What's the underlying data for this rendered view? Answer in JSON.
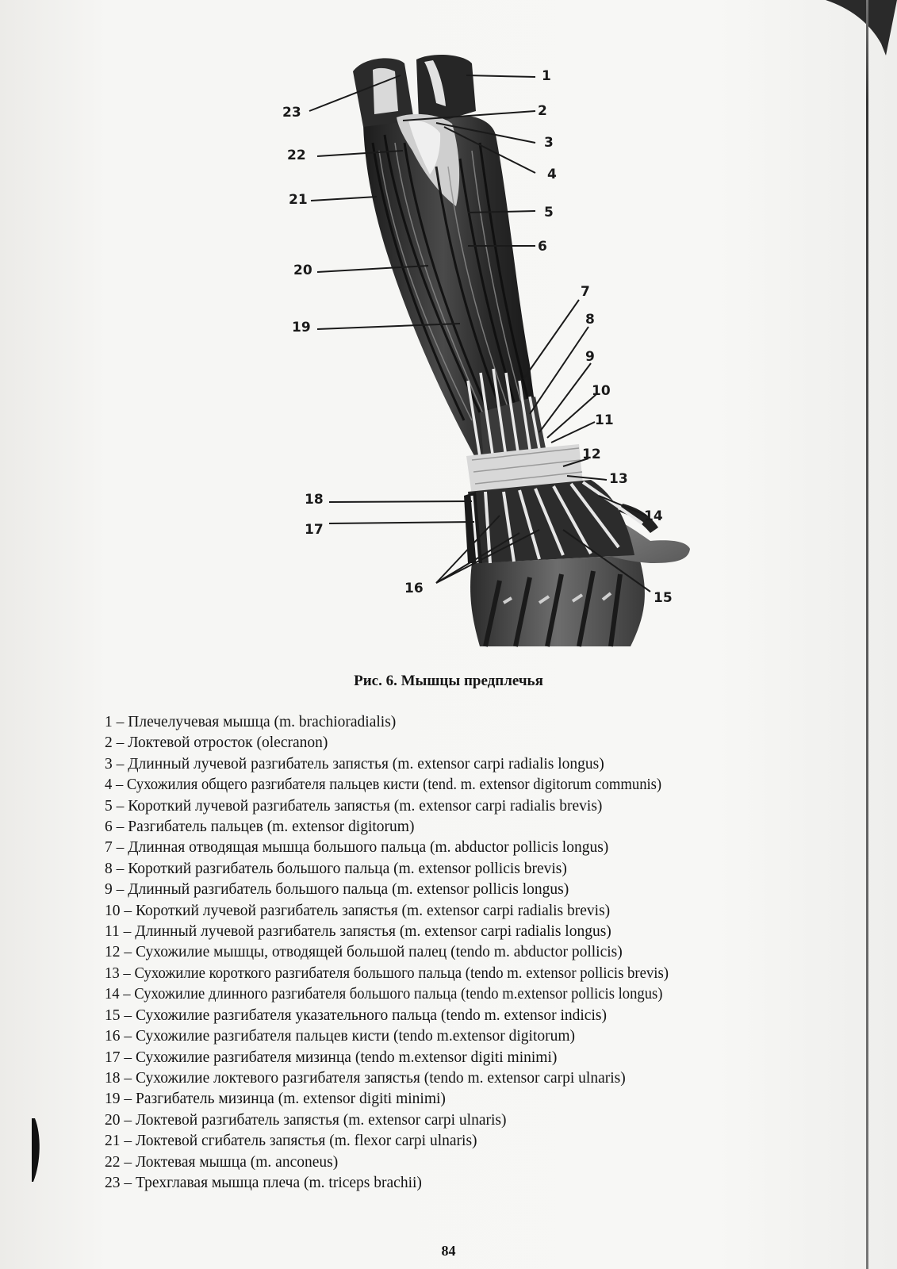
{
  "figure": {
    "callouts": [
      "1",
      "2",
      "3",
      "4",
      "5",
      "6",
      "7",
      "8",
      "9",
      "10",
      "11",
      "12",
      "13",
      "14",
      "15",
      "16",
      "17",
      "18",
      "19",
      "20",
      "21",
      "22",
      "23"
    ]
  },
  "caption": "Рис. 6. Мышцы предплечья",
  "legend": [
    "1 – Плечелучевая мышца (m. brachioradialis)",
    "2 – Локтевой отросток (olecranon)",
    "3 – Длинный лучевой разгибатель запястья (m. extensor carpi radialis longus)",
    "4 – Сухожилия общего разгибателя пальцев кисти (tend. m. extensor digitorum communis)",
    "5 – Короткий лучевой разгибатель запястья (m. extensor carpi radialis brevis)",
    "6 – Разгибатель пальцев (m. extensor digitorum)",
    "7 – Длинная отводящая мышца большого пальца (m. abductor pollicis longus)",
    "8 – Короткий разгибатель большого пальца (m. extensor pollicis brevis)",
    "9 – Длинный разгибатель большого пальца (m. extensor pollicis longus)",
    "10 – Короткий лучевой разгибатель запястья (m. extensor carpi radialis brevis)",
    "11 – Длинный лучевой разгибатель запястья (m. extensor carpi radialis longus)",
    "12 – Сухожилие мышцы, отводящей  большой палец (tendo m. abductor pollicis)",
    "13 – Сухожилие короткого разгибателя большого пальца (tendo m. extensor pollicis brevis)",
    "14 – Сухожилие длинного разгибателя большого пальца (tendo m.extensor pollicis longus)",
    "15 – Сухожилие разгибателя указательного пальца (tendo m. extensor indicis)",
    "16 – Сухожилие разгибателя пальцев кисти (tendo m.extensor digitorum)",
    "17 – Сухожилие  разгибателя мизинца (tendo m.extensor digiti minimi)",
    "18 – Сухожилие локтевого разгибателя запястья (tendo  m. extensor carpi ulnaris)",
    "19 – Разгибатель мизинца (m. extensor digiti minimi)",
    "20 – Локтевой разгибатель запястья (m. extensor carpi ulnaris)",
    "21 – Локтевой сгибатель запястья (m. flexor carpi ulnaris)",
    "22 – Локтевая мышца (m. anconeus)",
    "23 – Трехглавая мышца плеча (m. triceps brachii)"
  ],
  "page_number": "84"
}
